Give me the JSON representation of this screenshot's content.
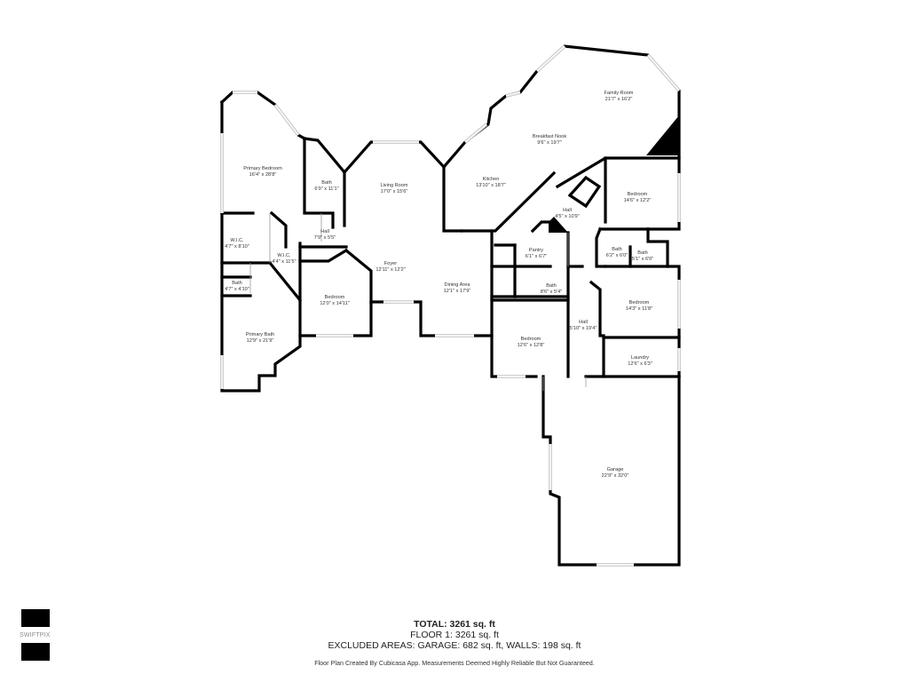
{
  "rooms": {
    "family_room": {
      "name": "Family Room",
      "dim": "21'7\" x 16'2\""
    },
    "breakfast_nook": {
      "name": "Breakfast Nook",
      "dim": "9'6\" x 19'7\""
    },
    "kitchen": {
      "name": "Kitchen",
      "dim": "13'10\" x 18'7\""
    },
    "bedroom_ne": {
      "name": "Bedroom",
      "dim": "14'6\" x 12'2\""
    },
    "hall_center": {
      "name": "Hall",
      "dim": "4'5\" x 10'9\""
    },
    "pantry": {
      "name": "Pantry",
      "dim": "6'1\" x 6'7\""
    },
    "bath_e1": {
      "name": "Bath",
      "dim": "6'2\" x 6'0\""
    },
    "bath_e2": {
      "name": "Bath",
      "dim": "5'1\" x 6'0\""
    },
    "bath_center": {
      "name": "Bath",
      "dim": "8'6\" x 5'4\""
    },
    "bedroom_e": {
      "name": "Bedroom",
      "dim": "14'3\" x 11'8\""
    },
    "hall_east": {
      "name": "Hall",
      "dim": "5'10\" x 19'4\""
    },
    "bedroom_s": {
      "name": "Bedroom",
      "dim": "12'6\" x 12'8\""
    },
    "laundry": {
      "name": "Laundry",
      "dim": "12'6\" x 6'3\""
    },
    "dining_area": {
      "name": "Dining Area",
      "dim": "12'1\" x 17'9\""
    },
    "foyer": {
      "name": "Foyer",
      "dim": "12'11\" x 12'2\""
    },
    "living_room": {
      "name": "Living Room",
      "dim": "17'0\" x 15'6\""
    },
    "bedroom_w": {
      "name": "Bedroom",
      "dim": "12'0\" x 14'11\""
    },
    "hall_west": {
      "name": "Hall",
      "dim": "7'9\" x 5'5\""
    },
    "bath_nw": {
      "name": "Bath",
      "dim": "6'9\" x 11'1\""
    },
    "primary_bedroom": {
      "name": "Primary Bedroom",
      "dim": "16'4\" x 28'8\""
    },
    "wic_1": {
      "name": "W.I.C.",
      "dim": "4'7\" x 8'10\""
    },
    "wic_2": {
      "name": "W.I.C.",
      "dim": "4'4\" x 11'5\""
    },
    "bath_sw": {
      "name": "Bath",
      "dim": "4'7\" x 4'10\""
    },
    "primary_bath": {
      "name": "Primary Bath",
      "dim": "12'9\" x 21'9\""
    },
    "garage": {
      "name": "Garage",
      "dim": "22'9\" x 32'0\""
    }
  },
  "summary": {
    "total": "TOTAL: 3261 sq. ft",
    "floor1": "FLOOR 1: 3261 sq. ft",
    "excluded": "EXCLUDED AREAS: GARAGE: 682 sq. ft, WALLS: 198 sq. ft",
    "disclaimer": "Floor Plan Created By Cubicasa App. Measurements Deemed Highly Reliable But Not Guaranteed."
  },
  "logo": {
    "text": "SWIFTPIX",
    "color": "#000000"
  }
}
